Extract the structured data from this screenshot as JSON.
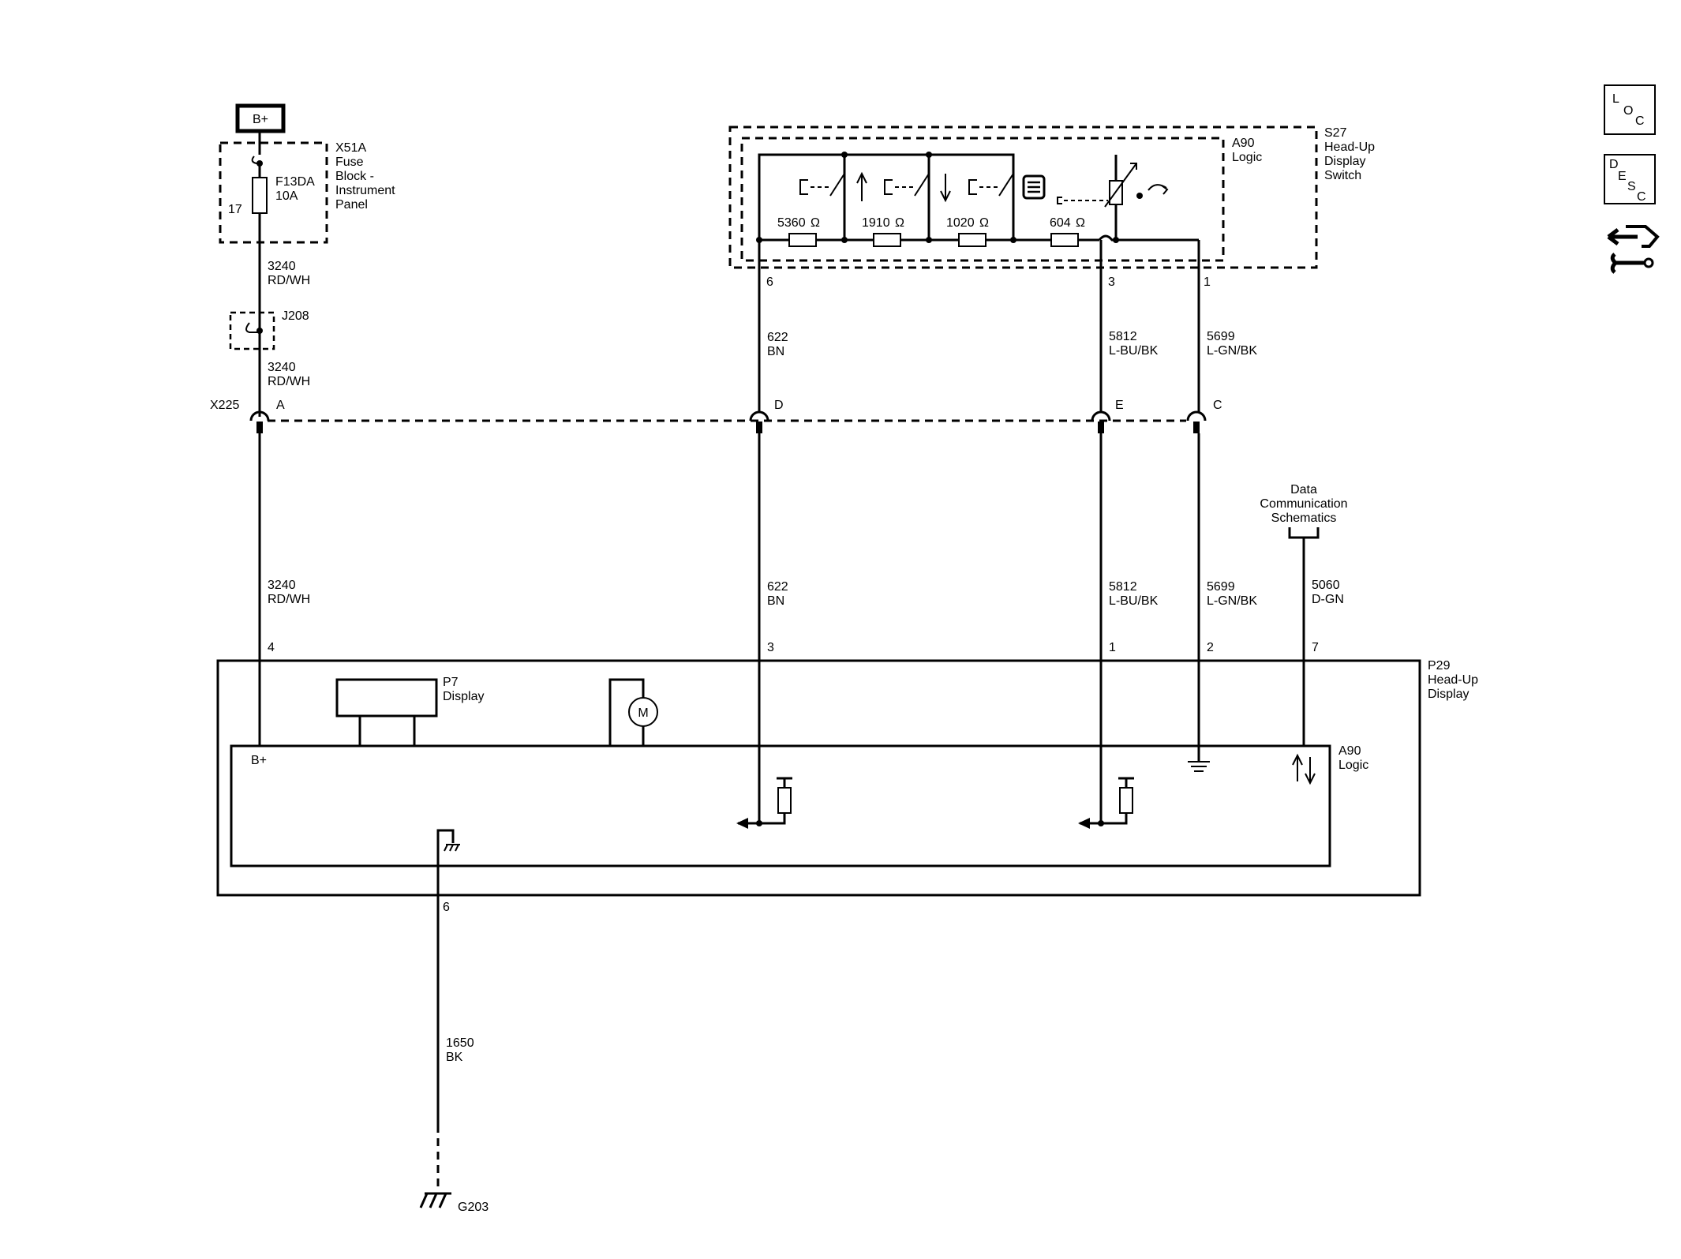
{
  "nav": {
    "loc": "LOC",
    "desc": "DESC"
  },
  "power": {
    "label": "B+"
  },
  "fuse_block": {
    "name": [
      "X51A",
      "Fuse",
      "Block -",
      "Instrument",
      "Panel"
    ],
    "fuse_id": "F13DA",
    "fuse_rating": "10A",
    "pin": "17"
  },
  "splice": {
    "id": "J208"
  },
  "connector": {
    "id": "X225",
    "pins": [
      "A",
      "D",
      "E",
      "C"
    ]
  },
  "switch_module": {
    "name": [
      "S27",
      "Head-Up",
      "Display",
      "Switch"
    ],
    "logic": [
      "A90",
      "Logic"
    ],
    "resistors": [
      "5360",
      "1910",
      "1020",
      "604"
    ],
    "ohm": "Ω",
    "pins": [
      "6",
      "3",
      "1"
    ]
  },
  "wires": {
    "w3240": {
      "circuit": "3240",
      "color": "RD/WH"
    },
    "w622": {
      "circuit": "622",
      "color": "BN"
    },
    "w5812": {
      "circuit": "5812",
      "color": "L-BU/BK"
    },
    "w5699": {
      "circuit": "5699",
      "color": "L-GN/BK"
    },
    "w5060": {
      "circuit": "5060",
      "color": "D-GN"
    },
    "w1650": {
      "circuit": "1650",
      "color": "BK"
    }
  },
  "data_comm": [
    "Data",
    "Communication",
    "Schematics"
  ],
  "hud": {
    "name": [
      "P29",
      "Head-Up",
      "Display"
    ],
    "display": [
      "P7",
      "Display"
    ],
    "motor": "M",
    "logic": [
      "A90",
      "Logic"
    ],
    "bplus": "B+",
    "pins": [
      "4",
      "3",
      "1",
      "2",
      "7",
      "6"
    ]
  },
  "ground": {
    "id": "G203"
  }
}
